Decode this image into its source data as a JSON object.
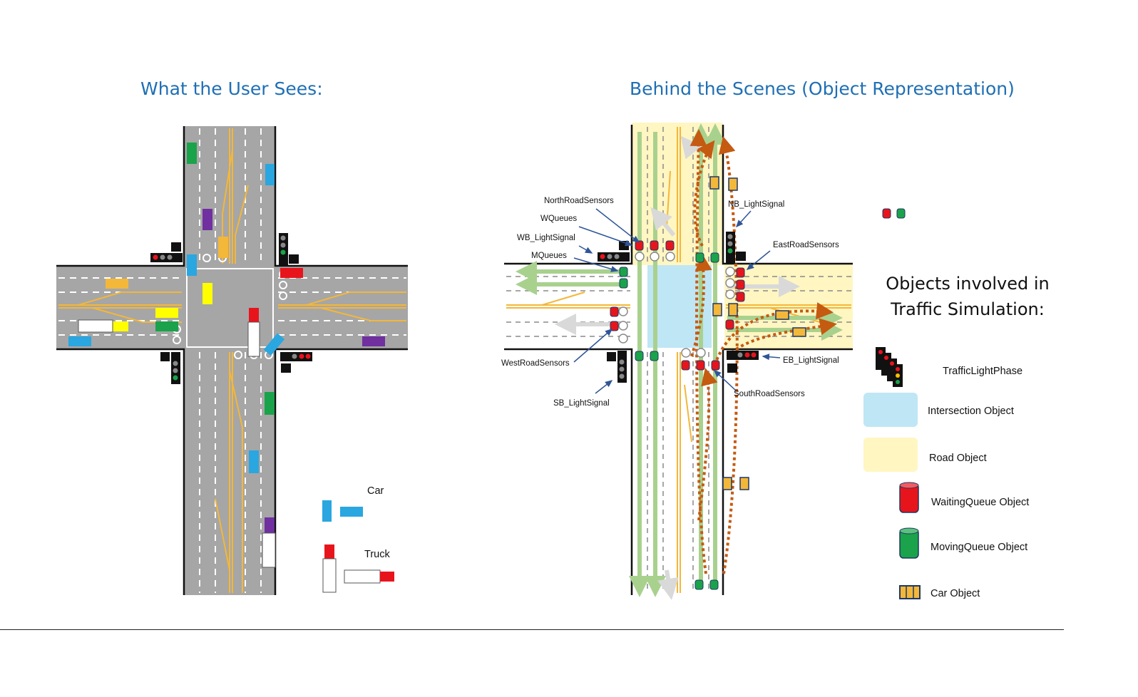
{
  "titles": {
    "left": "What the User Sees:",
    "right": "Behind the Scenes (Object Representation)"
  },
  "left_panel": {
    "car_label": "Car",
    "truck_label": "Truck"
  },
  "right_panel": {
    "labels": {
      "north_sensors": "NorthRoadSensors",
      "wqueues": "WQueues",
      "wb_signal": "WB_LightSignal",
      "mqueues": "MQueues",
      "west_sensors": "WestRoadSensors",
      "sb_signal": "SB_LightSignal",
      "nb_signal": "NB_LightSignal",
      "east_sensors": "EastRoadSensors",
      "eb_signal": "EB_LightSignal",
      "south_sensors": "SouthRoadSensors"
    }
  },
  "legend": {
    "heading_line1": "Objects involved in",
    "heading_line2": "Traffic Simulation:",
    "items": {
      "phase": "TrafficLightPhase",
      "intersection": "Intersection Object",
      "road": "Road Object",
      "waiting": "WaitingQueue Object",
      "moving": "MovingQueue Object",
      "car": "Car Object"
    }
  },
  "colors": {
    "title": "#1f6fb4",
    "asphalt": "#a6a6a6",
    "lane_yellow": "#f3b73a",
    "road_object": "#fff6c2",
    "intersection_object": "#bfe6f5",
    "waiting_queue": "#e8141c",
    "moving_queue": "#1aa34a",
    "path_arrow": "#c55a11",
    "green_arrow": "#a9d18e",
    "car_blue": "#2aa6e0"
  }
}
